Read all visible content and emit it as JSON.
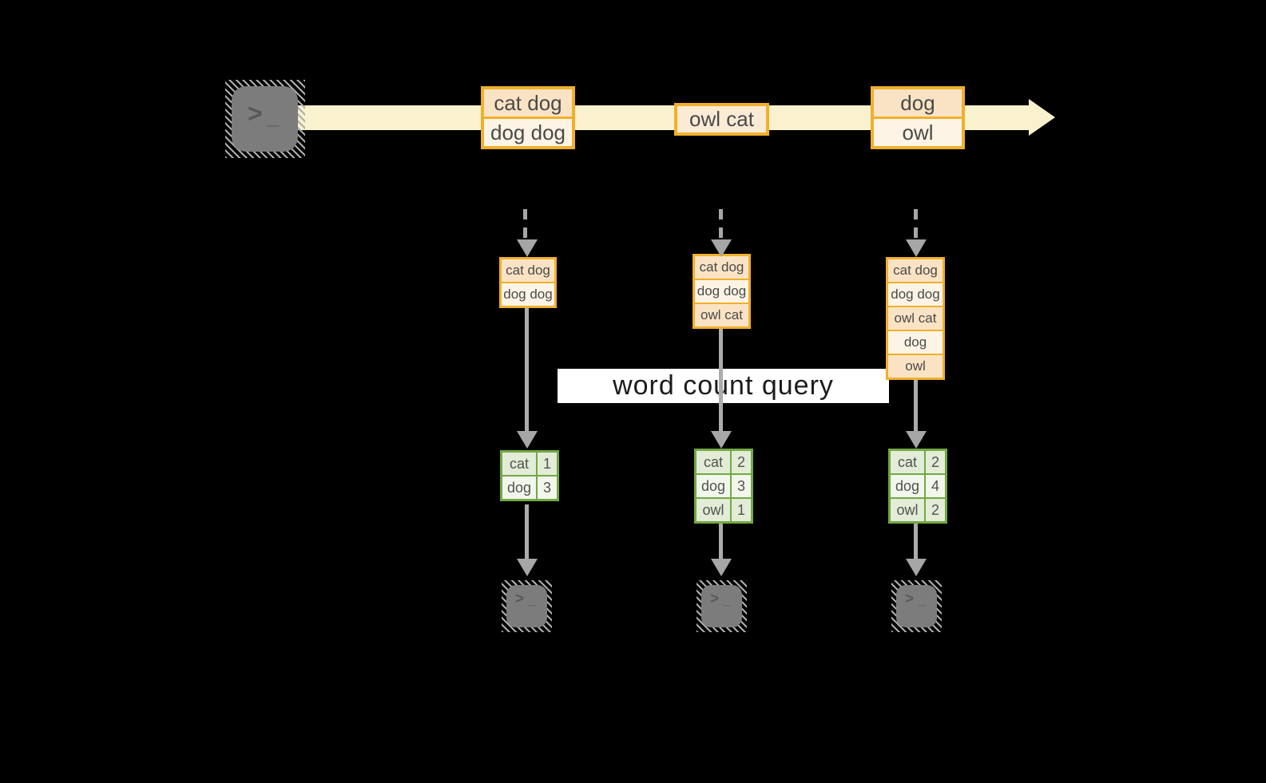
{
  "query_label": "word count query",
  "stream": {
    "records": [
      {
        "lines": [
          "cat dog",
          "dog dog"
        ]
      },
      {
        "lines": [
          "owl cat"
        ]
      },
      {
        "lines": [
          "dog",
          "owl"
        ]
      }
    ]
  },
  "pipelines": [
    {
      "state": [
        "cat dog",
        "dog dog"
      ],
      "counts": [
        {
          "word": "cat",
          "count": "1"
        },
        {
          "word": "dog",
          "count": "3"
        }
      ]
    },
    {
      "state": [
        "cat dog",
        "dog dog",
        "owl cat"
      ],
      "counts": [
        {
          "word": "cat",
          "count": "2"
        },
        {
          "word": "dog",
          "count": "3"
        },
        {
          "word": "owl",
          "count": "1"
        }
      ]
    },
    {
      "state": [
        "cat dog",
        "dog dog",
        "owl cat",
        "dog",
        "owl"
      ],
      "counts": [
        {
          "word": "cat",
          "count": "2"
        },
        {
          "word": "dog",
          "count": "4"
        },
        {
          "word": "owl",
          "count": "2"
        }
      ]
    }
  ],
  "terminal": {
    "chevron": ">",
    "cursor": "_"
  },
  "colors": {
    "background": "#000000",
    "stream_band": "#FAF1CF",
    "record_border": "#F0B02C",
    "record_fill_peach": "#FAE3C4",
    "record_fill_cream": "#FDF4E5",
    "record_fill_mid": "#FBEBD5",
    "table_border": "#72A844",
    "table_fill_green": "#E2ECD6",
    "table_fill_light": "#F2F7EC",
    "arrow_gray": "#A6A6A6",
    "terminal_gray": "#7C7C7C",
    "query_band": "#FFFFFF"
  }
}
